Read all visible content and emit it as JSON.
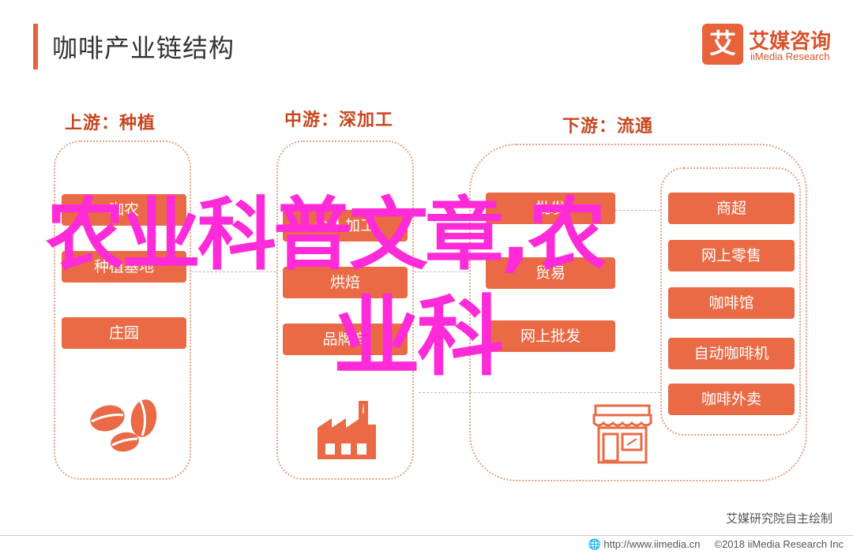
{
  "header": {
    "title": "咖啡产业链结构"
  },
  "brand": {
    "logo_glyph": "艾",
    "name_cn": "艾媒咨询",
    "name_en": "iiMedia Research",
    "color": "#e8623a"
  },
  "stages": {
    "upstream": {
      "label": "上游：种植",
      "items": [
        "咖农",
        "种植基地",
        "庄园"
      ],
      "icon": "coffee-beans-icon"
    },
    "midstream": {
      "label": "中游：深加工",
      "items": [
        "个人加工",
        "烘焙",
        "品牌商"
      ],
      "icon": "factory-icon"
    },
    "downstream": {
      "label": "下游：流通",
      "left_items": [
        "批发",
        "贸易",
        "网上批发"
      ],
      "right_items": [
        "商超",
        "网上零售",
        "咖啡馆",
        "自动咖啡机",
        "咖啡外卖"
      ],
      "icon": "storefront-icon"
    }
  },
  "overlay": {
    "line1": "农业科普文章,农",
    "line2": "业科"
  },
  "source_note": "艾媒研究院自主绘制",
  "footer": {
    "url": "http://www.iimedia.cn",
    "copyright": "©2018  iiMedia Research  Inc"
  },
  "colors": {
    "accent": "#ea6a45",
    "label": "#c8461e",
    "overlay": "#ff2ad8"
  }
}
